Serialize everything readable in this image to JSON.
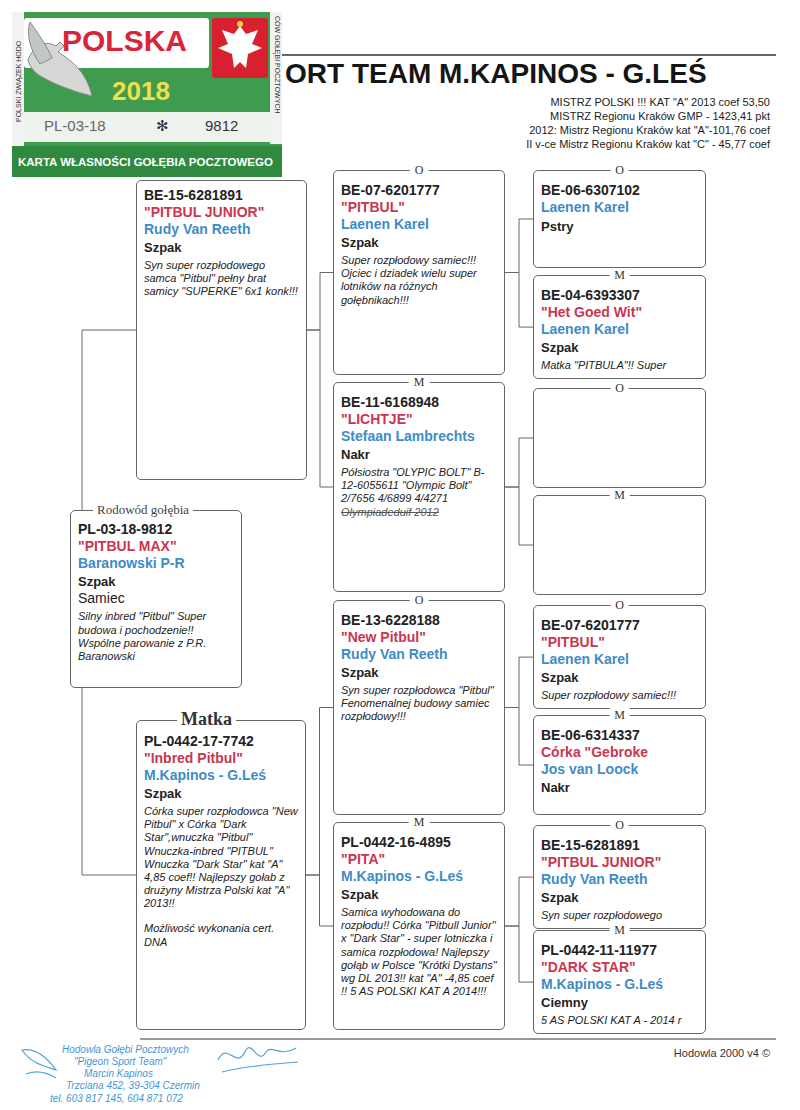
{
  "diagram": {
    "title": "ORT TEAM M.KAPINOS - G.LEŚ",
    "nodes": [
      {
        "text": [
          "Rodowód gołębia",
          "PL-03-18-9812",
          "\"PITBUL MAX\"",
          "Baranowski P-R",
          "Szpak",
          "Samiec",
          "Silny inbred \"Pitbul\" Super budowa i pochodzenie!! Wspólne parowanie z P.R. Baranowski"
        ]
      },
      {
        "text": [
          "BE-15-6281891",
          "\"PITBUL JUNIOR\"",
          "Rudy Van Reeth",
          "Szpak",
          "Syn super rozpłodowego samca \"Pitbul\" pełny brat samicy \"SUPERKE\" 6x1 konk!!!"
        ]
      },
      {
        "text": [
          "O",
          "BE-07-6201777",
          "\"PITBUL\"",
          "Laenen Karel",
          "Szpak",
          "Super rozpłodowy samiec!!! Ojciec i dziadek wielu super lotników na różnych gołębnikach!!!"
        ]
      },
      {
        "text": [
          "O",
          "BE-06-6307102",
          "Laenen Karel",
          "Pstry"
        ]
      },
      {
        "text": [
          "M",
          "BE-04-6393307",
          "\"Het Goed Wit\"",
          "Laenen Karel",
          "Szpak",
          "Matka \"PITBULA\"!! Super"
        ]
      },
      {
        "text": [
          "M",
          "BE-11-6168948",
          "\"LICHTJE\"",
          "Stefaan Lambrechts",
          "Nakr",
          "Półsiostra \"OLYPIC BOLT\" B-12-6055611 \"Olympic Bolt\" 2/7656 4/6899 4/4271",
          "Olympiadeduif 2012"
        ]
      },
      {
        "text": [
          "O"
        ]
      },
      {
        "text": [
          "M"
        ]
      },
      {
        "text": [
          "Matka",
          "PL-0442-17-7742",
          "\"Inbred Pitbul\"",
          "M.Kapinos - G.Leś",
          "Szpak",
          "Córka super rozpłodowca \"New Pitbul\" x Córka \"Dark Star\",wnuczka \"Pitbul\" Wnuczka-inbred \"PITBUL\" Wnuczka \"Dark Star\" kat \"A\" 4,85 coef!! Najlepszy gołab z drużyny Mistrza Polski kat \"A\" 2013!!",
          "Możliwość wykonania cert. DNA"
        ]
      },
      {
        "text": [
          "O",
          "BE-13-6228188",
          "\"New Pitbul\"",
          "Rudy Van Reeth",
          "Szpak",
          "Syn super rozpłodowca \"Pitbul\" Fenomenalnej budowy samiec rozpłodowy!!!"
        ]
      },
      {
        "text": [
          "O",
          "BE-07-6201777",
          "\"PITBUL\"",
          "Laenen Karel",
          "Szpak",
          "Super rozpłodowy samiec!!!"
        ]
      },
      {
        "text": [
          "M",
          "BE-06-6314337",
          "Córka \"Gebroke",
          "Jos van Loock",
          "Nakr"
        ]
      },
      {
        "text": [
          "M",
          "PL-0442-16-4895",
          "\"PITA\"",
          "M.Kapinos - G.Leś",
          "Szpak",
          "Samica wyhodowana do rozpłodu!! Córka \"Pitbull Junior\" x \"Dark Star\" - super lotniczka i samica rozpłodowa! Najlepszy gołąb w Polsce \"Krótki Dystans\" wg DL 2013!! kat \"A\" -4,85 coef !! 5 AS POLSKI KAT A 2014!!!"
        ]
      },
      {
        "text": [
          "O",
          "BE-15-6281891",
          "\"PITBUL JUNIOR\"",
          "Rudy Van Reeth",
          "Szpak",
          "Syn super rozpłodowego"
        ]
      },
      {
        "text": [
          "M",
          "PL-0442-11-11977",
          "\"DARK STAR\"",
          "M.Kapinos - G.Leś",
          "Ciemny",
          "5 AS POLSKI KAT A - 2014 r"
        ]
      }
    ],
    "edges": [
      {
        "from": 0,
        "to": 1,
        "arrow": "none"
      },
      {
        "from": 0,
        "to": 8,
        "arrow": "none"
      },
      {
        "from": 1,
        "to": 2,
        "arrow": "none"
      },
      {
        "from": 1,
        "to": 5,
        "arrow": "none"
      },
      {
        "from": 2,
        "to": 3,
        "arrow": "none"
      },
      {
        "from": 2,
        "to": 4,
        "arrow": "none"
      },
      {
        "from": 5,
        "to": 6,
        "arrow": "none"
      },
      {
        "from": 5,
        "to": 7,
        "arrow": "none"
      },
      {
        "from": 8,
        "to": 9,
        "arrow": "none"
      },
      {
        "from": 8,
        "to": 12,
        "arrow": "none"
      },
      {
        "from": 9,
        "to": 10,
        "arrow": "none"
      },
      {
        "from": 9,
        "to": 11,
        "arrow": "none"
      },
      {
        "from": 12,
        "to": 13,
        "arrow": "none"
      },
      {
        "from": 12,
        "to": 14,
        "arrow": "none"
      }
    ],
    "labels": [
      "POLSKA",
      "2018",
      "PL-03-18",
      "✻",
      "9812",
      "KARTA WŁASNOŚCI GOŁĘBIA POCZTOWEGO",
      "POLSKI ZWIĄZEK HODO",
      "CÓW GOŁĘBI POCZTOWYCH",
      "MISTRZ POLSKI !!! KAT \"A\" 2013 coef 53,50",
      "MISTRZ Regionu Kraków GMP - 1423,41 pkt",
      "2012: Mistrz Regionu Kraków kat \"A\"-101,76 coef",
      "II v-ce Mistrz Regionu Kraków kat \"C\" - 45,77 coef",
      "Hodowla 2000 v4 ©",
      "Hodowla Gołębi Pocztowych",
      "\"Pigeon Sport Team\"",
      "Marcin Kapinos",
      "Trzciana 452, 39-304 Czermin",
      "tel. 603 817 145, 604 871 072"
    ]
  }
}
